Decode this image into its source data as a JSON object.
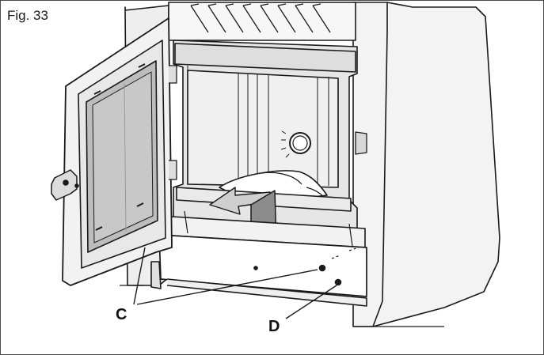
{
  "figure": {
    "label": "Fig. 33"
  },
  "callouts": {
    "c": "C",
    "d": "D"
  },
  "colors": {
    "line": "#1a1a1a",
    "stove_light": "#f4f4f4",
    "stove_mid": "#e2e2e2",
    "stove_shade": "#c9c9c9",
    "glass": "#bdbdbd",
    "dark_panel": "#8c8c8c",
    "ash_tray": "#ffffff"
  },
  "icons": [
    "door-hinge-icon",
    "arrow-icon",
    "screw-icon"
  ]
}
